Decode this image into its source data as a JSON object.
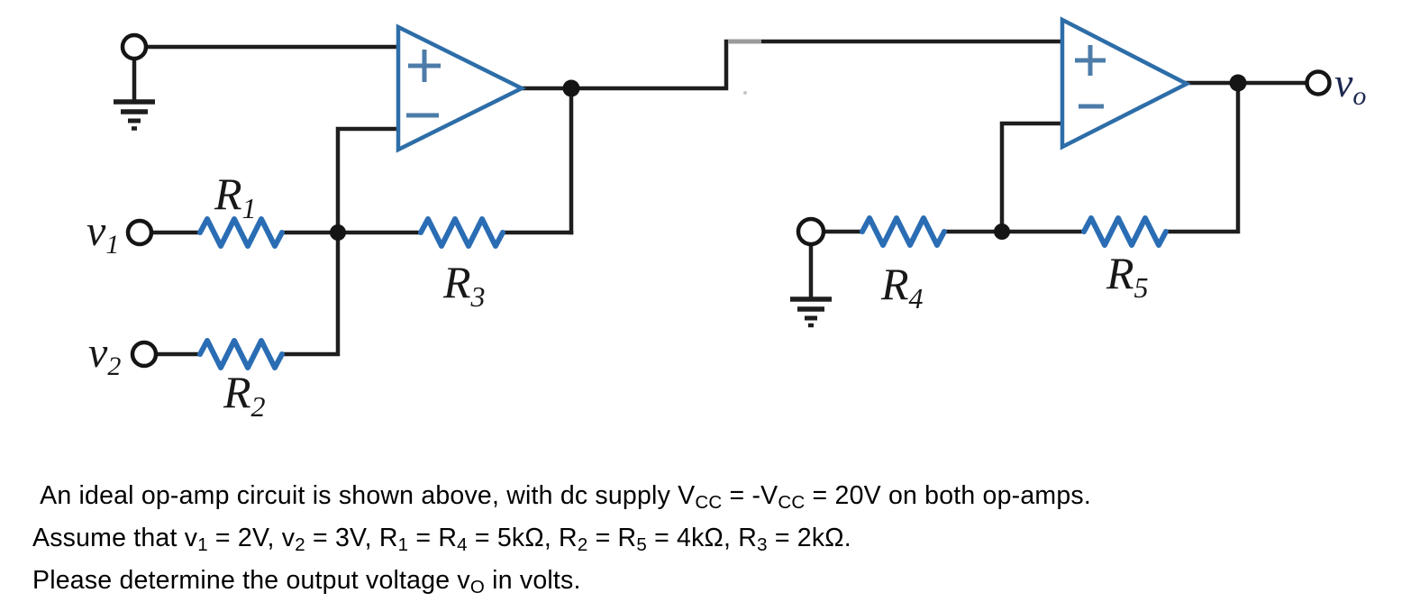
{
  "colors": {
    "wire": "#1e1e1e",
    "component_blue": "#2d6da8",
    "resistor_blue": "#2a6db4",
    "symbol_blue": "#4d7ca8",
    "node_black": "#151515",
    "label_black": "#181818",
    "vo_navy": "#1d2950"
  },
  "circuit": {
    "labels": {
      "v1": {
        "main": "v",
        "sub": "1"
      },
      "v2": {
        "main": "v",
        "sub": "2"
      },
      "vo": {
        "main": "v",
        "sub": "o"
      },
      "r1": {
        "main": "R",
        "sub": "1"
      },
      "r2": {
        "main": "R",
        "sub": "2"
      },
      "r3": {
        "main": "R",
        "sub": "3"
      },
      "r4": {
        "main": "R",
        "sub": "4"
      },
      "r5": {
        "main": "R",
        "sub": "5"
      },
      "opamp1_plus": "+",
      "opamp1_minus": "−",
      "opamp2_plus": "+",
      "opamp2_minus": "−"
    }
  },
  "problem": {
    "lines": [
      {
        "segments": [
          {
            "t": " An ideal op-amp circuit is shown above, with dc supply V"
          },
          {
            "t": "CC",
            "sub": true
          },
          {
            "t": " = -V"
          },
          {
            "t": "CC",
            "sub": true
          },
          {
            "t": " = 20V on both op-amps."
          }
        ]
      },
      {
        "segments": [
          {
            "t": "Assume that v"
          },
          {
            "t": "1",
            "sub": true
          },
          {
            "t": " = 2V, v"
          },
          {
            "t": "2",
            "sub": true
          },
          {
            "t": " = 3V, R"
          },
          {
            "t": "1",
            "sub": true
          },
          {
            "t": " = R"
          },
          {
            "t": "4",
            "sub": true
          },
          {
            "t": " = 5kΩ, R"
          },
          {
            "t": "2",
            "sub": true
          },
          {
            "t": " = R"
          },
          {
            "t": "5",
            "sub": true
          },
          {
            "t": " = 4kΩ, R"
          },
          {
            "t": "3",
            "sub": true
          },
          {
            "t": " = 2kΩ."
          }
        ]
      },
      {
        "segments": [
          {
            "t": "Please determine the output voltage v"
          },
          {
            "t": "O",
            "sub": true
          },
          {
            "t": " in volts."
          }
        ]
      }
    ]
  }
}
